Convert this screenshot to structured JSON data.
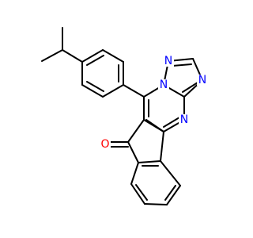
{
  "molecule": {
    "atom_labels": {
      "N1": "N",
      "N2": "N",
      "N3": "N",
      "N4": "N",
      "O": "O"
    },
    "colors": {
      "bond": "#000000",
      "nitrogen": "#0000ff",
      "oxygen": "#ff0000",
      "background": "#ffffff"
    }
  }
}
